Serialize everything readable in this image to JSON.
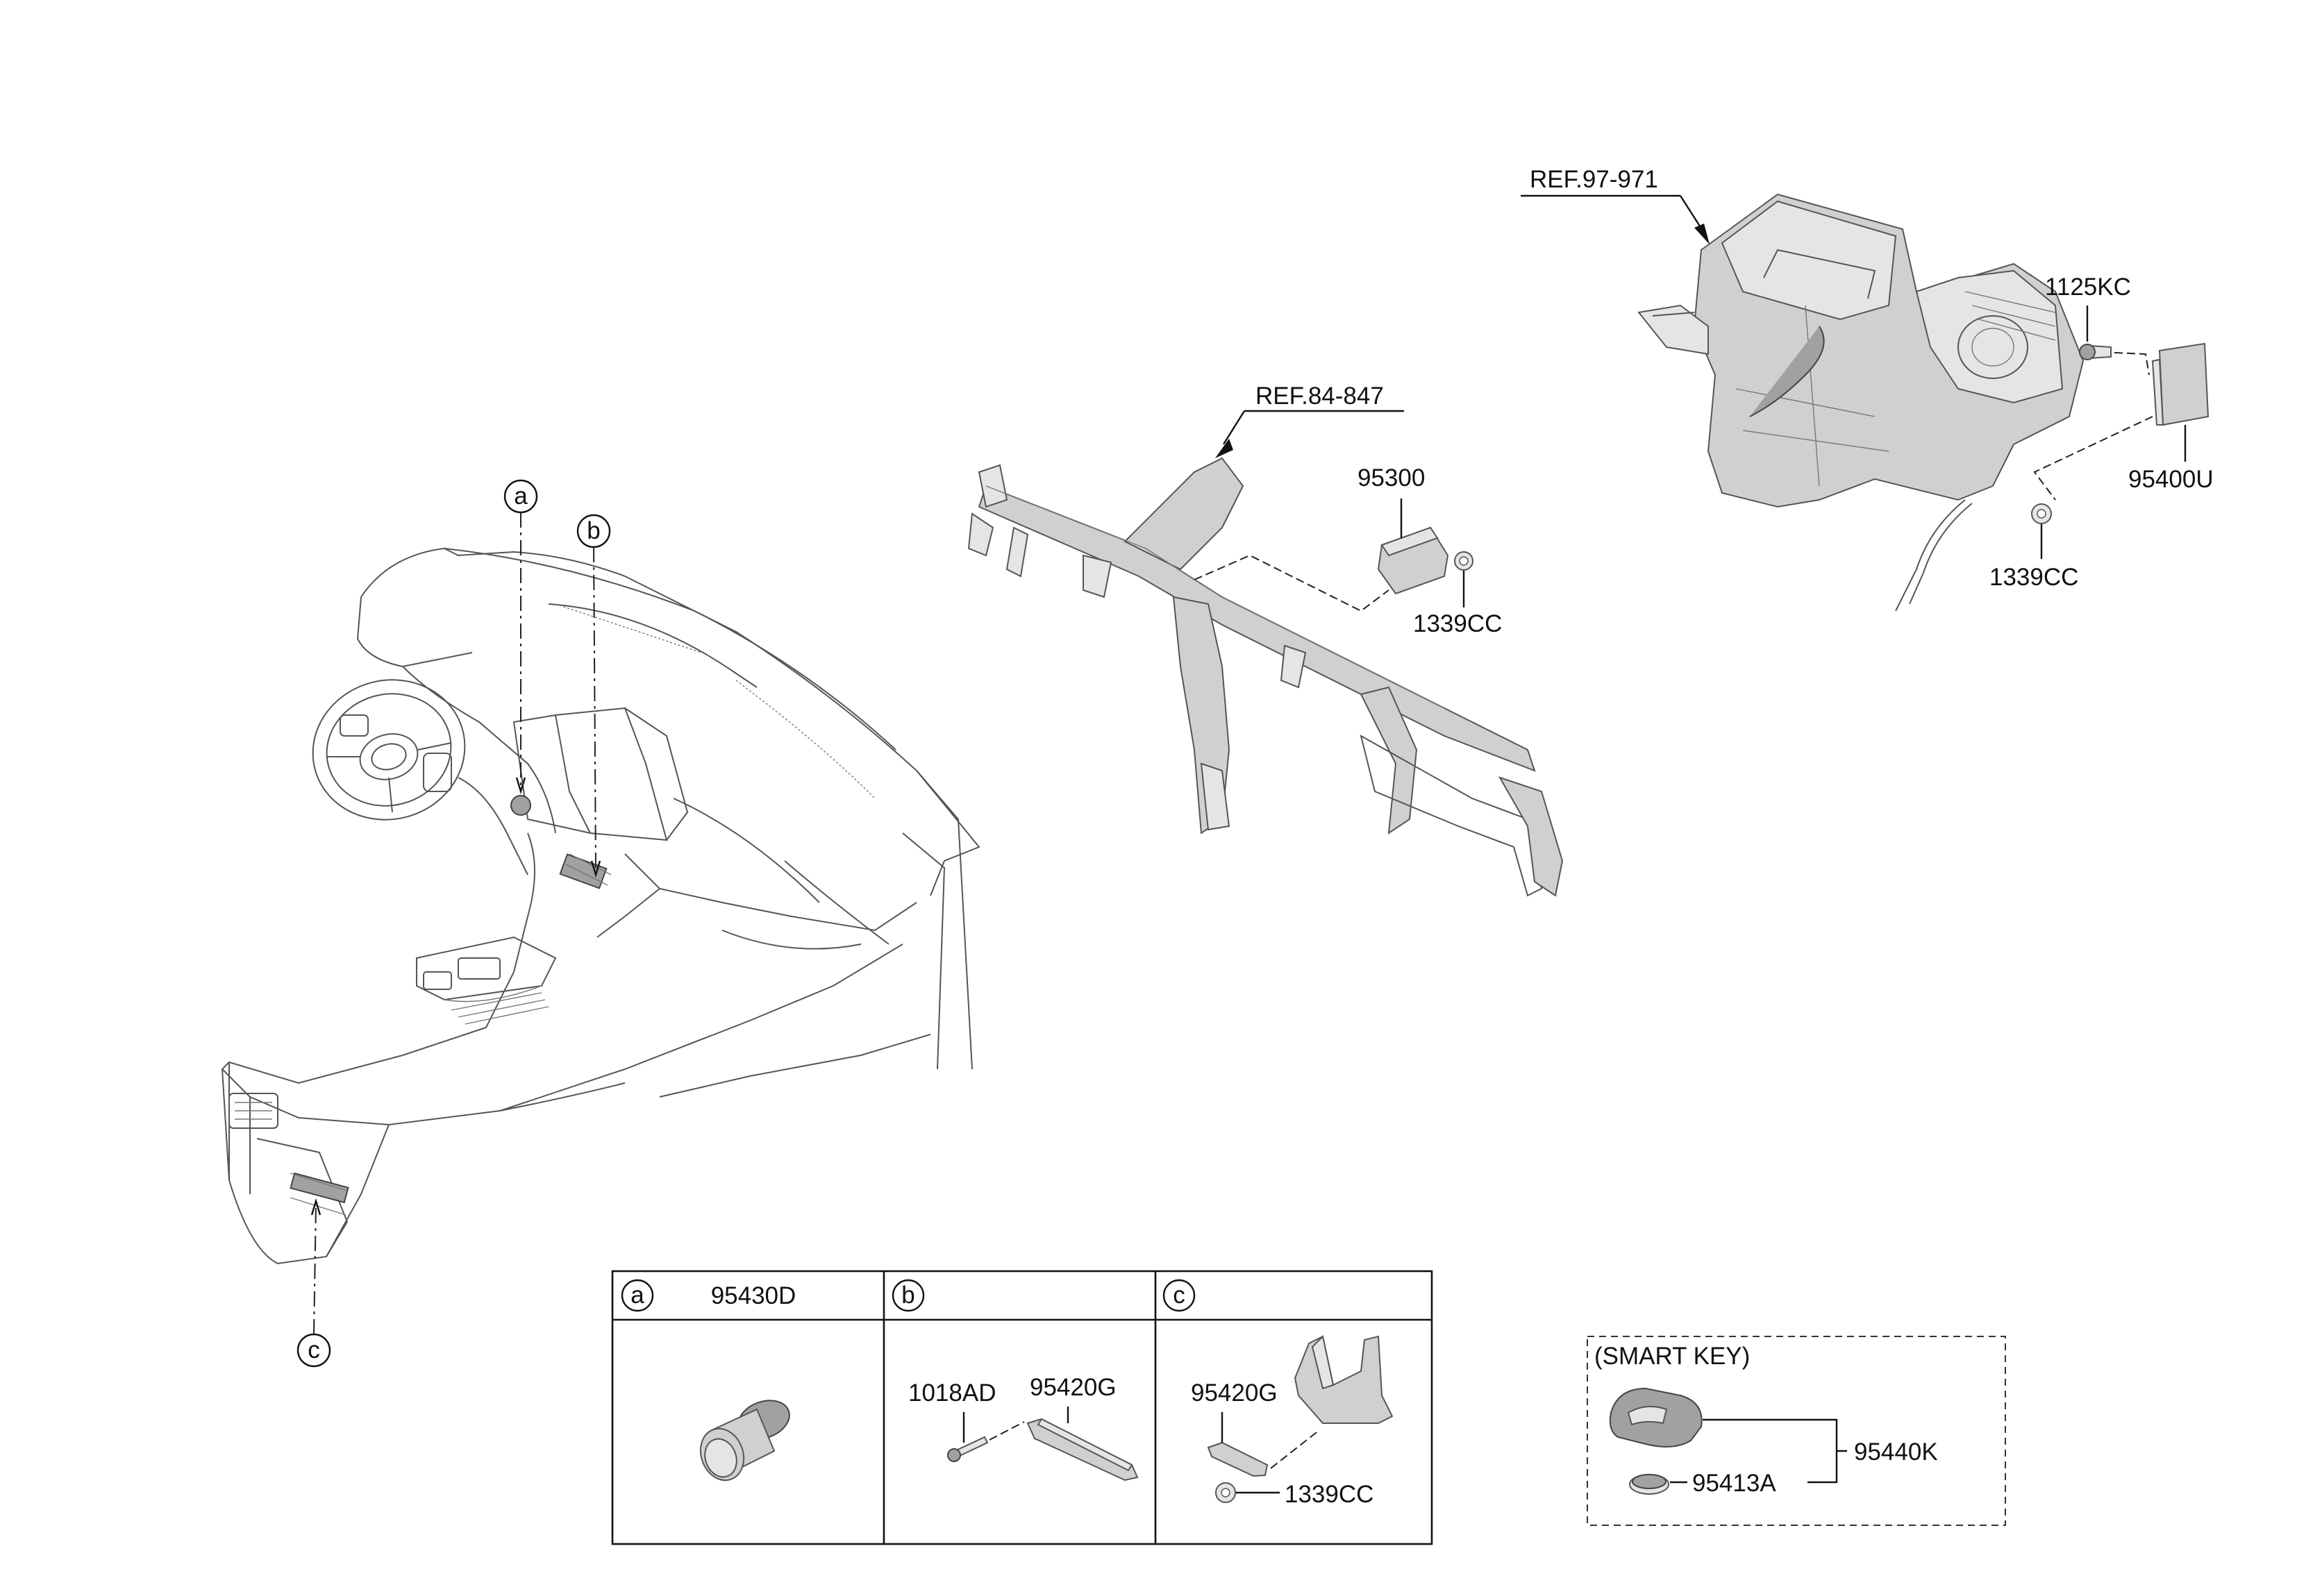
{
  "references": {
    "heater_unit": "REF.97-971",
    "cowl_crossbar": "REF.84-847"
  },
  "callouts": {
    "a": "a",
    "b": "b",
    "c": "c"
  },
  "part_labels": {
    "module_95300": "95300",
    "nut_upper": "1339CC",
    "bolt_1125kc": "1125KC",
    "module_95400u": "95400U",
    "nut_heater": "1339CC"
  },
  "detail_table": {
    "cells": [
      {
        "key": "a",
        "title": "95430D",
        "parts": []
      },
      {
        "key": "b",
        "title": "",
        "parts": [
          "1018AD",
          "95420G"
        ]
      },
      {
        "key": "c",
        "title": "",
        "parts": [
          "95420G",
          "1339CC"
        ]
      }
    ]
  },
  "smart_key": {
    "title": "(SMART KEY)",
    "key_fob": "95440K",
    "battery": "95413A"
  }
}
